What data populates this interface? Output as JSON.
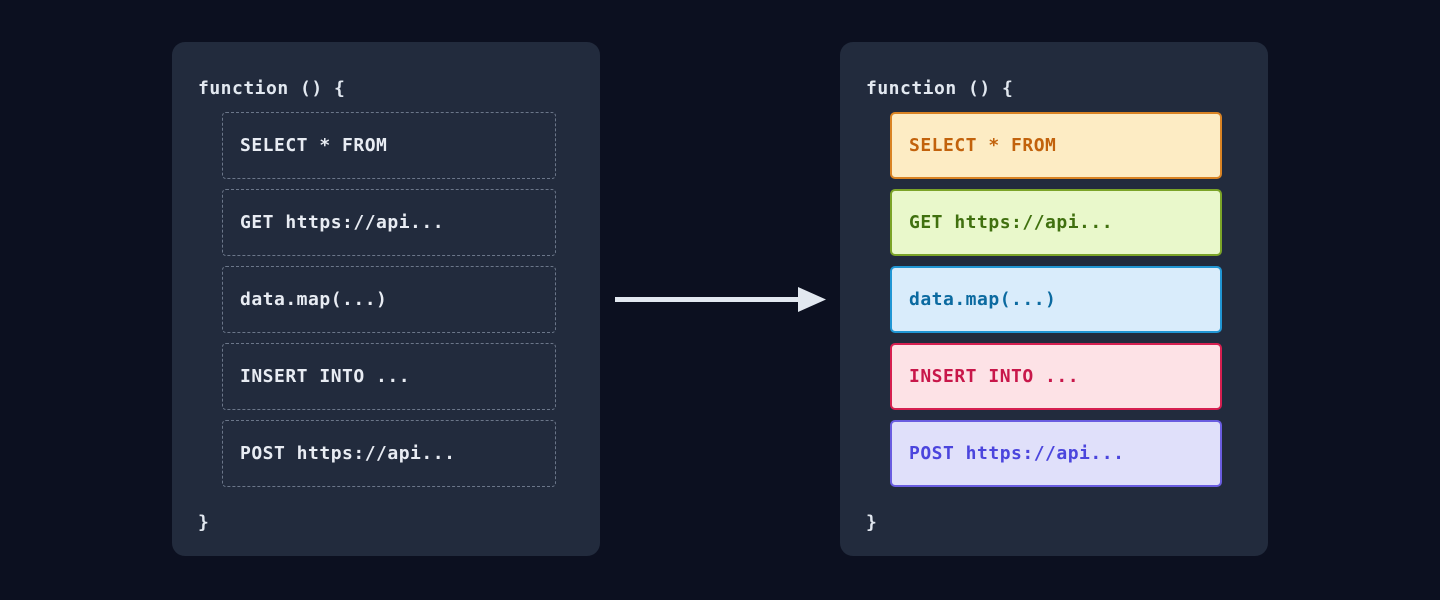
{
  "canvas": {
    "background_color": "#0c1020",
    "panel_background_color": "#222b3d"
  },
  "panels": {
    "before": {
      "title": "untagged-code-panel",
      "fn_open": "function () {",
      "fn_close": "}",
      "text_color": "#e8ecf3",
      "border_color": "#6b7689",
      "blocks": [
        {
          "label": "SELECT * FROM",
          "kind": "sql-select"
        },
        {
          "label": "GET https://api...",
          "kind": "http-get"
        },
        {
          "label": "data.map(...)",
          "kind": "js-map"
        },
        {
          "label": "INSERT INTO ...",
          "kind": "sql-insert"
        },
        {
          "label": "POST https://api...",
          "kind": "http-post"
        }
      ]
    },
    "after": {
      "title": "tagged-code-panel",
      "fn_open": "function () {",
      "fn_close": "}",
      "blocks": [
        {
          "label": "SELECT * FROM",
          "kind": "sql-select",
          "bg": "#fdecc4",
          "fg": "#c2620c",
          "border": "#d98324"
        },
        {
          "label": "GET https://api...",
          "kind": "http-get",
          "bg": "#e9f8cb",
          "fg": "#40700f",
          "border": "#7ba428"
        },
        {
          "label": "data.map(...)",
          "kind": "js-map",
          "bg": "#d9ecfb",
          "fg": "#0b6aa0",
          "border": "#2196d4"
        },
        {
          "label": "INSERT INTO ...",
          "kind": "sql-insert",
          "bg": "#fde2e6",
          "fg": "#c8174a",
          "border": "#d61f50"
        },
        {
          "label": "POST https://api...",
          "kind": "http-post",
          "bg": "#e0e0fa",
          "fg": "#4b45dd",
          "border": "#6a5de0"
        }
      ]
    }
  },
  "arrow": {
    "name": "transform-arrow",
    "color": "#e2e8f0",
    "direction": "left-to-right"
  }
}
